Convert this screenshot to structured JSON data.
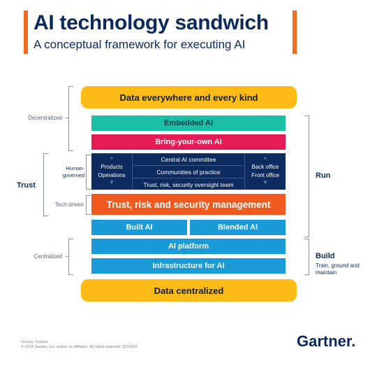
{
  "header": {
    "title": "AI technology sandwich",
    "subtitle": "A conceptual framework for executing AI"
  },
  "layers": {
    "data_top": "Data everywhere and every kind",
    "embedded": "Embedded AI",
    "byo": "Bring-your-own AI",
    "human_governed": {
      "left_top": "Products",
      "left_bottom": "Operations",
      "rows": [
        "Central AI committee",
        "Communities of practice",
        "Trust, risk, security oversight team"
      ],
      "right_top": "Back office",
      "right_bottom": "Front office"
    },
    "trism": "Trust, risk and security management",
    "built": "Built AI",
    "blended": "Blended AI",
    "platform": "AI platform",
    "infra": "Infrastructure for AI",
    "data_bottom": "Data centralized"
  },
  "side_labels": {
    "decentralized": "Decentralized",
    "human_governed": "Human-governed",
    "trust": "Trust",
    "tech_driven": "Tech-driven",
    "centralized": "Centralized",
    "run": "Run",
    "build": "Build",
    "build_sub": "Train, ground and maintain"
  },
  "footer": {
    "source": "Source: Gartner",
    "copyright": "© 2024 Gartner, Inc. and/or its affiliates. All rights reserved. 3276952",
    "logo": "Gartner"
  },
  "colors": {
    "yellow": "#fdbb18",
    "teal": "#1bbfa6",
    "pink": "#e41b55",
    "navy": "#0d2b5e",
    "orange": "#f05a1e",
    "blue": "#1a9ad6",
    "accent": "#f26b21"
  }
}
